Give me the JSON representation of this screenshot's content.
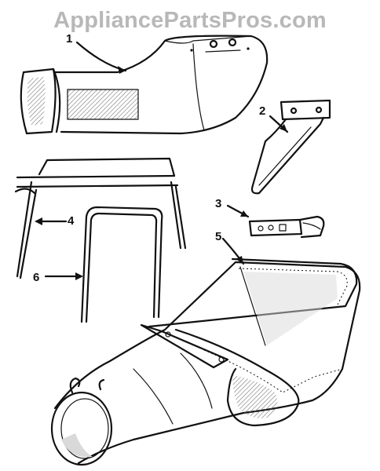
{
  "watermark": "AppliancePartsPros.com",
  "callouts": [
    {
      "id": "1",
      "label": "1"
    },
    {
      "id": "2",
      "label": "2"
    },
    {
      "id": "3",
      "label": "3"
    },
    {
      "id": "4",
      "label": "4"
    },
    {
      "id": "5",
      "label": "5"
    },
    {
      "id": "6",
      "label": "6"
    }
  ],
  "colors": {
    "line": "#111111",
    "watermark": "#b8b8b8",
    "background": "#ffffff"
  }
}
